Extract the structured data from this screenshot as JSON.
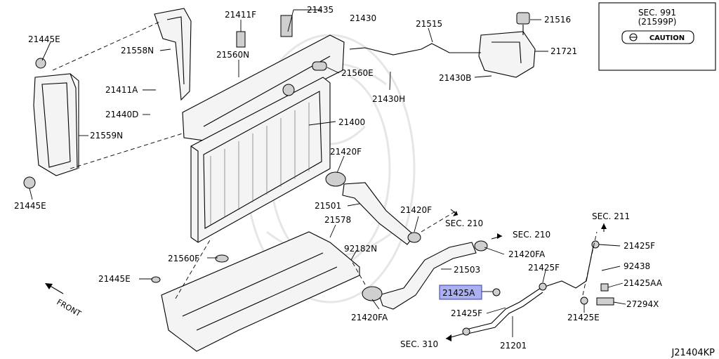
{
  "diagram_id": "J21404KP",
  "caption_box": {
    "line1": "SEC. 991",
    "line2": "(21599P)",
    "caution": "CAUTION"
  },
  "front_label": "FRONT",
  "highlight_color": "#aab0f0",
  "labels": {
    "p21445E_1": "21445E",
    "p21558N": "21558N",
    "p21411A": "21411A",
    "p21440D": "21440D",
    "p21559N": "21559N",
    "p21445E_2": "21445E",
    "p21411F": "21411F",
    "p21435": "21435",
    "p21430": "21430",
    "p21560N": "21560N",
    "p21515": "21515",
    "p21516": "21516",
    "p21721": "21721",
    "p21560E": "21560E",
    "p21430B": "21430B",
    "p21430H": "21430H",
    "p21400": "21400",
    "p21420F_1": "21420F",
    "p21501": "21501",
    "p21420F_2": "21420F",
    "sec210_1": "SEC. 210",
    "sec210_2": "SEC. 210",
    "sec211": "SEC. 211",
    "p21578": "21578",
    "p92182N": "92182N",
    "p21420FA_1": "21420FA",
    "p21560F": "21560F",
    "p21503": "21503",
    "p21425F_1": "21425F",
    "p92438": "92438",
    "p21425F_2": "21425F",
    "p21425AA": "21425AA",
    "p21445E_3": "21445E",
    "p21425A": "21425A",
    "p27294X": "27294X",
    "p21420FA_2": "21420FA",
    "p21425F_3": "21425F",
    "p21425E": "21425E",
    "sec310": "SEC. 310",
    "p21201": "21201"
  }
}
